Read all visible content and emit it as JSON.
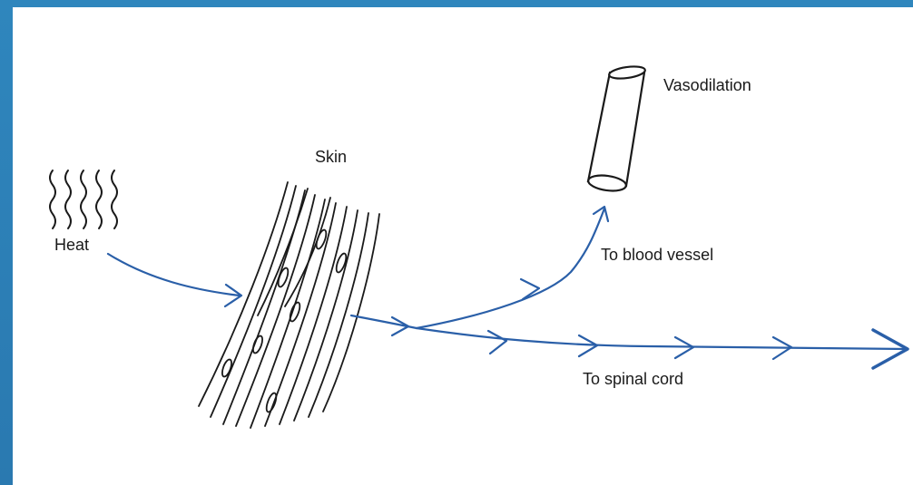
{
  "labels": {
    "heat": "Heat",
    "skin": "Skin",
    "vasodilation": "Vasodilation",
    "to_blood_vessel": "To blood vessel",
    "to_spinal_cord": "To spinal cord"
  },
  "colors": {
    "frame": "#2f86bd",
    "arrow": "#2a5fa8",
    "ink": "#1a1a1a"
  }
}
